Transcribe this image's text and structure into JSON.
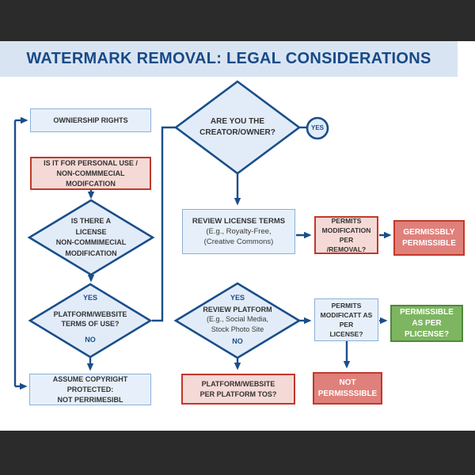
{
  "colors": {
    "bar": "#2b2b2b",
    "band": "#d9e4f2",
    "navy": "#1a4e8a",
    "title": "#174a87",
    "ink": "#333333",
    "box-blue-fill": "#e7f0fa",
    "box-blue-border": "#8ab1d9",
    "diamond-fill": "#e2ecf8",
    "pink-fill": "#f5d9d6",
    "red-border": "#c0392b",
    "salmon-fill": "#e0807b",
    "green-fill": "#7db561",
    "green-border": "#4e8a3c"
  },
  "title": "WATERMARK REMOVAL: LEGAL CONSIDERATIONS",
  "nodes": {
    "ownership": {
      "label": "OWNIERSHIP RIGHTS"
    },
    "personal_use": {
      "line1": "IS IT FOR PERSONAL USE /",
      "line2": "NON-COMMMECIAL MODIFCATION"
    },
    "license_diamond": {
      "line1": "IS THERE A",
      "line2": "LICENSE",
      "line3": "NON-COMMIMECIAL",
      "line4": "MODIFICATION"
    },
    "terms_diamond": {
      "yes": "YES",
      "line1": "PLATFORM/WEBSITE",
      "line2": "TERMS OF USE?",
      "no": "NO"
    },
    "assume": {
      "line1": "ASSUME COPYRIGHT PROTECTED:",
      "line2": "NOT PERRIMESIBL"
    },
    "creator_diamond": {
      "line1": "ARE YOU THE",
      "line2": "CREATOR/OWNER?"
    },
    "yes_badge": {
      "label": "YES"
    },
    "review_license": {
      "line1": "REVIEW LICENSE TERMS",
      "line2": "(E.g., Royalty-Free,",
      "line3": "(Creative Commons)"
    },
    "platform_diamond": {
      "yes": "YES",
      "line1": "REVIEW PLATFORM",
      "line2": "(E.g., Social Media,",
      "line3": "Stock Photo Site",
      "no": "NO"
    },
    "platform_tos": {
      "line1": "PLATFORM/WEBSITE",
      "line2": "PER PLATFORM TOS?"
    },
    "permits_removal": {
      "line1": "PERMITS",
      "line2": "MODIFICATION PER",
      "line3": "/REMOVAL?"
    },
    "germissbly": {
      "line1": "GERMISSBLY",
      "line2": "PERMISSIBLE"
    },
    "permits_license": {
      "line1": "PERMITS",
      "line2": "MODIFICATT AS PER",
      "line3": "LICENSE?"
    },
    "permissible_green": {
      "line1": "PERMISSIBLE",
      "line2": "AS PER PLICENSE?"
    },
    "not_permissible": {
      "line1": "NOT",
      "line2": "PERMISSSIBLE"
    }
  }
}
